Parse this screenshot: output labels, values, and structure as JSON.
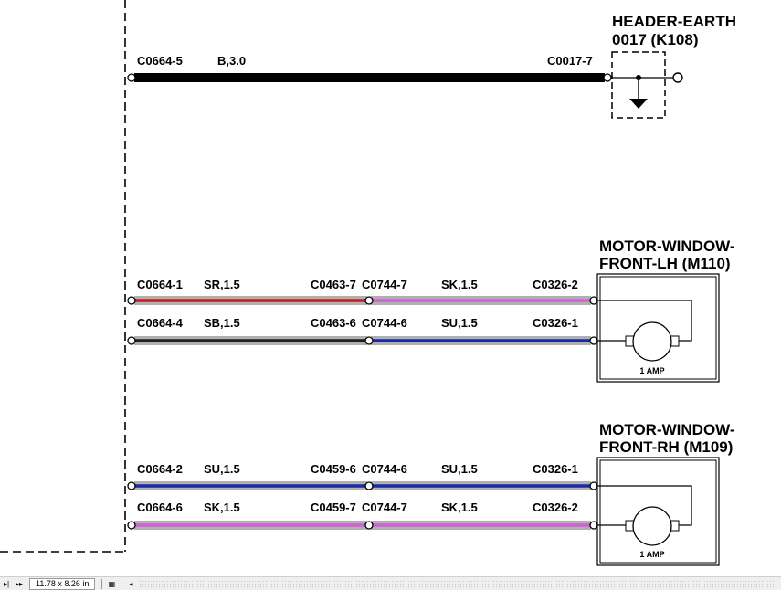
{
  "diagram": {
    "earth": {
      "title_line1": "HEADER-EARTH",
      "title_line2": "0017 (K108)",
      "wire": {
        "from": "C0664-5",
        "spec": "B,3.0",
        "to": "C0017-7",
        "color": "#000000"
      }
    },
    "motor_lh": {
      "title_line1": "MOTOR-WINDOW-",
      "title_line2": "FRONT-LH (M110)",
      "rating": "1 AMP",
      "wires": [
        {
          "from": "C0664-1",
          "spec1": "SR,1.5",
          "mid1": "C0463-7",
          "mid2": "C0744-7",
          "spec2": "SK,1.5",
          "to": "C0326-2",
          "color1": "#cc1a1a",
          "stripe1": "#b0b0b0",
          "color2": "#d060d8",
          "stripe2": "#b0b0b0"
        },
        {
          "from": "C0664-4",
          "spec1": "SB,1.5",
          "mid1": "C0463-6",
          "mid2": "C0744-6",
          "spec2": "SU,1.5",
          "to": "C0326-1",
          "color1": "#202020",
          "stripe1": "#b0b0b0",
          "color2": "#1a2aa8",
          "stripe2": "#b0b0b0"
        }
      ]
    },
    "motor_rh": {
      "title_line1": "MOTOR-WINDOW-",
      "title_line2": "FRONT-RH (M109)",
      "rating": "1 AMP",
      "wires": [
        {
          "from": "C0664-2",
          "spec1": "SU,1.5",
          "mid1": "C0459-6",
          "mid2": "C0744-6",
          "spec2": "SU,1.5",
          "to": "C0326-1",
          "color1": "#1a2aa8",
          "stripe1": "#b0b0b0",
          "color2": "#1a2aa8",
          "stripe2": "#b0b0b0"
        },
        {
          "from": "C0664-6",
          "spec1": "SK,1.5",
          "mid1": "C0459-7",
          "mid2": "C0744-7",
          "spec2": "SK,1.5",
          "to": "C0326-2",
          "color1": "#d060d8",
          "stripe1": "#b0b0b0",
          "color2": "#d060d8",
          "stripe2": "#b0b0b0"
        }
      ]
    }
  },
  "status_bar": {
    "page_size": "11.78 x 8.26 in",
    "nav_first_icon": "first-page-icon",
    "nav_last_icon": "last-page-icon",
    "scroll_left_icon": "scroll-left-icon"
  }
}
